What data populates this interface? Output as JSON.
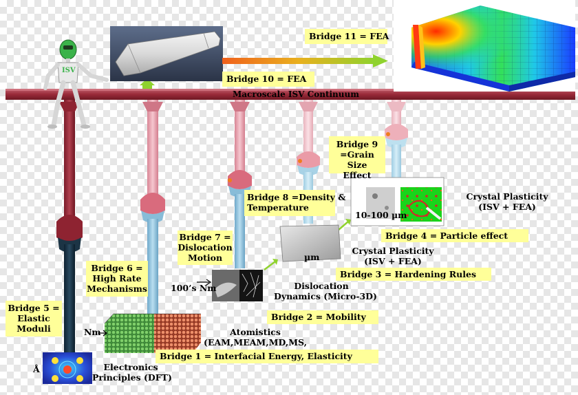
{
  "continuum": {
    "label": "Macroscale ISV Continuum"
  },
  "robot": {
    "chest": "ISV"
  },
  "bridges": {
    "b1": "Bridge 1 = Interfacial Energy, Elasticity",
    "b2": "Bridge 2 = Mobility",
    "b3": "Bridge 3 = Hardening Rules",
    "b4": "Bridge 4 = Particle effect",
    "b5": [
      "Bridge 5 =",
      "Elastic",
      "Moduli"
    ],
    "b6": [
      "Bridge 6 =",
      "High Rate",
      "Mechanisms"
    ],
    "b7": [
      "Bridge 7 =",
      "Dislocation",
      "Motion"
    ],
    "b8": [
      "Bridge 8 =Density &",
      "Temperature"
    ],
    "b9": [
      "Bridge 9",
      "=Grain Size",
      "Effect"
    ],
    "b10": "Bridge 10 = FEA",
    "b11": "Bridge 11 = FEA"
  },
  "scales": {
    "angstrom": "Å",
    "nm": "Nm",
    "hundreds_nm": "100’s Nm",
    "um": "µm",
    "range_um": "10-100 µm"
  },
  "methods": {
    "electronics": [
      "Electronics",
      "Principles (DFT)"
    ],
    "atomistics": [
      "Atomistics",
      "(EAM,MEAM,MD,MS,"
    ],
    "dislocation": [
      "Dislocation",
      "Dynamics (Micro-3D)"
    ],
    "crystal_mid": [
      "Crystal Plasticity",
      "(ISV + FEA)"
    ],
    "crystal_top": [
      "Crystal Plasticity",
      "(ISV + FEA)"
    ]
  },
  "colors": {
    "continuum": "#9a2a39",
    "pipe_dark": "#8e2331",
    "pipe_blue": "#8bc0dd",
    "pipe_pink": "#e9acb6",
    "label_yellow": "#ffff99",
    "arrow_green": "#8fd22e",
    "arrow_orange": "#f07d1c"
  }
}
